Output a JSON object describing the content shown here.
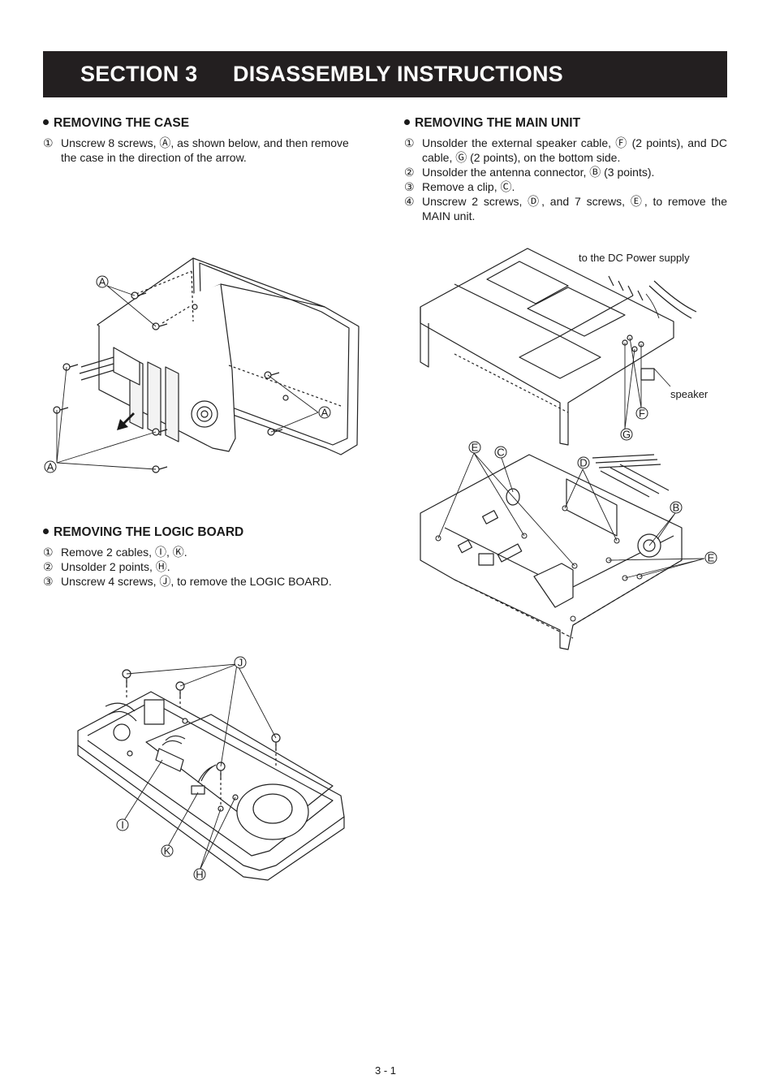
{
  "header": {
    "section": "SECTION 3",
    "title": "DISASSEMBLY INSTRUCTIONS"
  },
  "case": {
    "heading": "REMOVING THE CASE",
    "steps": [
      {
        "num": "①",
        "text": "Unscrew 8 screws, Ⓐ, as shown below, and then remove the case in the direction of the arrow."
      }
    ],
    "labels": {
      "a": "A"
    }
  },
  "logic": {
    "heading": "REMOVING THE LOGIC BOARD",
    "steps": [
      {
        "num": "①",
        "text": "Remove 2 cables, Ⓘ, Ⓚ."
      },
      {
        "num": "②",
        "text": "Unsolder 2 points, Ⓗ."
      },
      {
        "num": "③",
        "text": "Unscrew 4 screws, Ⓙ, to remove the LOGIC BOARD."
      }
    ],
    "labels": {
      "j": "J",
      "i": "I",
      "k": "K",
      "h": "H"
    }
  },
  "main": {
    "heading": "REMOVING THE MAIN UNIT",
    "steps": [
      {
        "num": "①",
        "text": "Unsolder the external speaker cable, Ⓕ (2 points), and DC cable, Ⓖ (2 points), on the bottom side."
      },
      {
        "num": "②",
        "text": "Unsolder the antenna connector, Ⓑ (3 points)."
      },
      {
        "num": "③",
        "text": "Remove a clip, Ⓒ."
      },
      {
        "num": "④",
        "text": "Unscrew 2 screws, Ⓓ, and 7 screws, Ⓔ, to  remove the MAIN unit."
      }
    ],
    "labels": {
      "dc": "to the DC Power supply",
      "speaker": "speaker",
      "g": "G",
      "f": "F",
      "e": "E",
      "c": "C",
      "d": "D",
      "b": "B"
    }
  },
  "footer": {
    "page": "3 - 1"
  }
}
